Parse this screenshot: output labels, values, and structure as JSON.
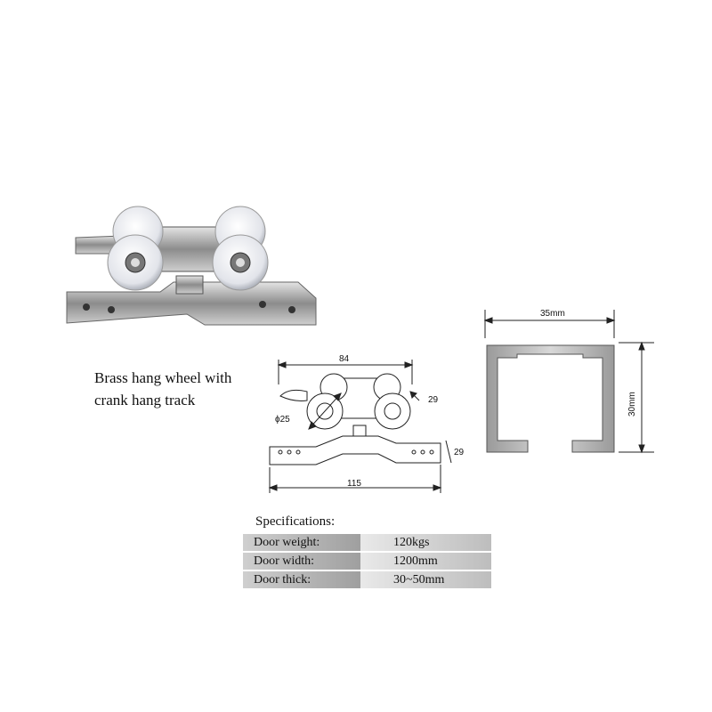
{
  "product": {
    "caption_line1": "Brass hang wheel with",
    "caption_line2": "crank hang track"
  },
  "drawing": {
    "length_top": "84",
    "wheel_dia": "ϕ25",
    "wheel_h": "29",
    "plate_h": "29",
    "length_bottom": "115"
  },
  "track_profile": {
    "width": "35mm",
    "height": "30mm"
  },
  "specifications": {
    "title": "Specifications:",
    "rows": [
      {
        "label": "Door weight:",
        "value": "120kgs"
      },
      {
        "label": "Door width:",
        "value": "1200mm"
      },
      {
        "label": "Door thick:",
        "value": "30~50mm"
      }
    ]
  }
}
